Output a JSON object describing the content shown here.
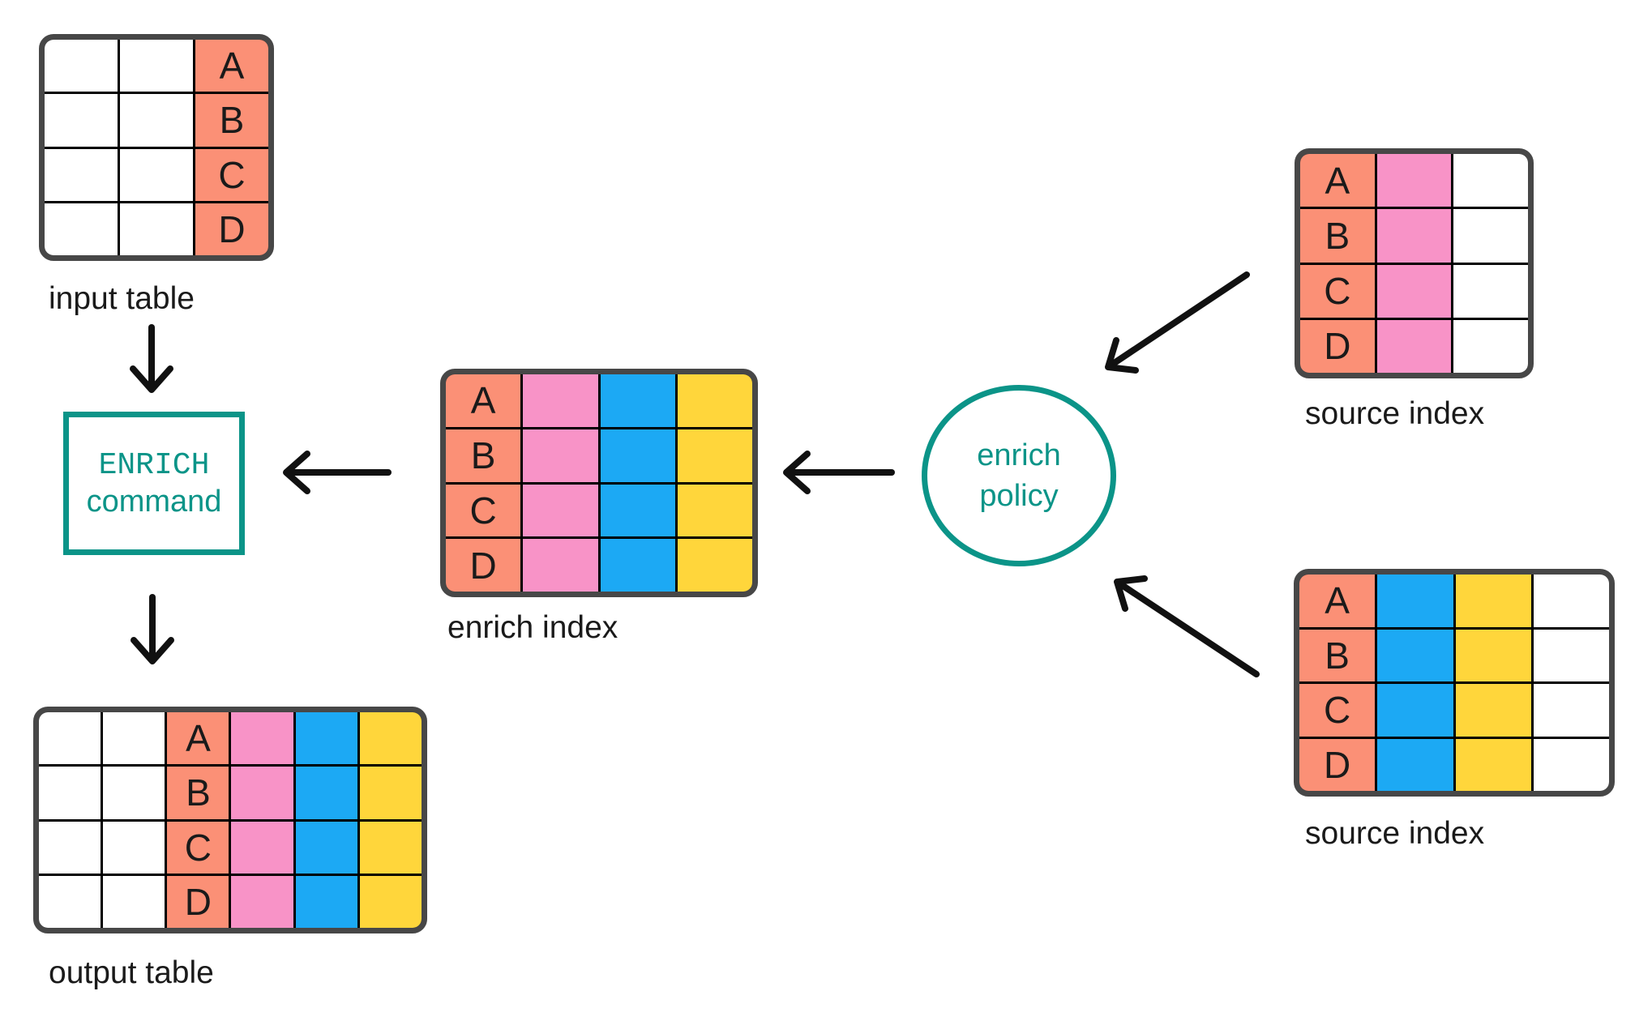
{
  "palette": {
    "salmon": "#FB9076",
    "pink": "#F893C7",
    "blue": "#1CA9F4",
    "yellow": "#FFD63B",
    "white": "#FFFFFF",
    "teal": "#0B9488",
    "table_border": "#474747",
    "grid_line": "#000000",
    "arrow": "#111111",
    "text": "#1A1A1A"
  },
  "key_letters": [
    "A",
    "B",
    "C",
    "D"
  ],
  "tables": {
    "input_table": {
      "label": "input table",
      "rows": 4,
      "columns": [
        {
          "fill": "white"
        },
        {
          "fill": "white"
        },
        {
          "fill": "salmon",
          "letters": true
        }
      ]
    },
    "enrich_index": {
      "label": "enrich index",
      "rows": 4,
      "columns": [
        {
          "fill": "salmon",
          "letters": true
        },
        {
          "fill": "pink"
        },
        {
          "fill": "blue"
        },
        {
          "fill": "yellow"
        }
      ]
    },
    "source_index_top": {
      "label": "source index",
      "rows": 4,
      "columns": [
        {
          "fill": "salmon",
          "letters": true
        },
        {
          "fill": "pink"
        },
        {
          "fill": "white"
        }
      ]
    },
    "source_index_bottom": {
      "label": "source index",
      "rows": 4,
      "columns": [
        {
          "fill": "salmon",
          "letters": true
        },
        {
          "fill": "blue"
        },
        {
          "fill": "yellow"
        },
        {
          "fill": "white"
        }
      ]
    },
    "output_table": {
      "label": "output table",
      "rows": 4,
      "columns": [
        {
          "fill": "white"
        },
        {
          "fill": "white"
        },
        {
          "fill": "salmon",
          "letters": true
        },
        {
          "fill": "pink"
        },
        {
          "fill": "blue"
        },
        {
          "fill": "yellow"
        }
      ]
    }
  },
  "nodes": {
    "enrich_command": {
      "keyword": "ENRICH",
      "word": "command"
    },
    "enrich_policy": {
      "label": "enrich policy"
    }
  }
}
